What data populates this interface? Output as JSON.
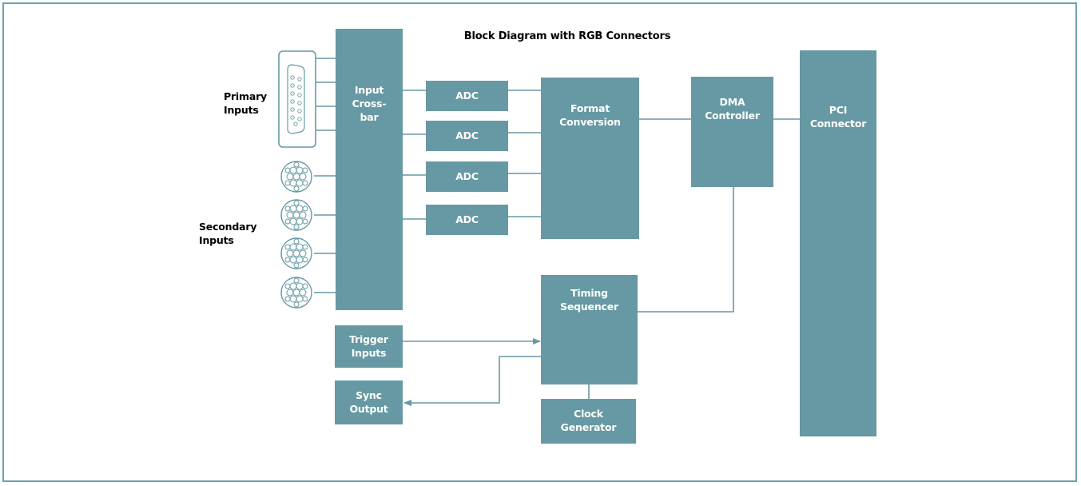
{
  "diagram": {
    "title": "Block Diagram with RGB Connectors",
    "labels": {
      "primary_inputs": [
        "Primary",
        "Inputs"
      ],
      "secondary_inputs": [
        "Secondary",
        "Inputs"
      ]
    },
    "blocks": {
      "crossbar": [
        "Input",
        "Cross-",
        "bar"
      ],
      "adc": [
        "ADC",
        "ADC",
        "ADC",
        "ADC"
      ],
      "format": [
        "Format",
        "Conversion"
      ],
      "dma": [
        "DMA",
        "Controller"
      ],
      "pci": [
        "PCI",
        "Connector"
      ],
      "timing": [
        "Timing",
        "Sequencer"
      ],
      "trigger": [
        "Trigger",
        "Inputs"
      ],
      "sync": [
        "Sync",
        "Output"
      ],
      "clock": [
        "Clock",
        "Generator"
      ]
    },
    "colors": {
      "block_fill": "#6699a3",
      "line": "#6699a3",
      "frame": "#6fa3ad"
    },
    "icons": [
      "vga-connector-icon",
      "bnc-connector-icon"
    ]
  }
}
